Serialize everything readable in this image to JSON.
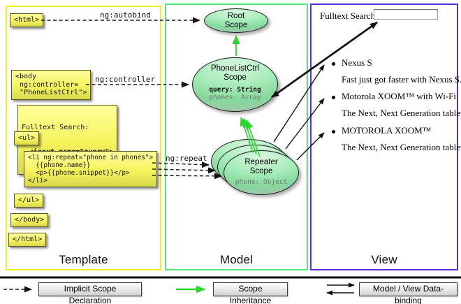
{
  "columns": {
    "template": "Template",
    "model": "Model",
    "view": "View"
  },
  "template": {
    "html_open": "<html>",
    "body_open": "<body\n ng:controller=\n \"PhoneListCtrl\">",
    "fulltext_label": "Fulltext Search:",
    "fulltext_input": "<input name=\"query\">",
    "ul_open": "<ul>",
    "li_repeat": "<li ng:repeat=\"phone in phones\">\n  {{phone.name}}\n  <p>{{phone.snippet}}</p>\n</li>",
    "ul_close": "</ul>",
    "body_close": "</body>",
    "html_close": "</html>"
  },
  "connector_labels": {
    "autobind": "ng:autobind",
    "controller": "ng:controller",
    "repeat": "ng:repeat"
  },
  "model": {
    "root_scope": {
      "title": "Root\nScope"
    },
    "ctrl_scope": {
      "title": "PhoneListCtrl\nScope",
      "prop_query": "query: String",
      "prop_phones": "phones: Array"
    },
    "repeater_scope": {
      "title": "Repeater\nScope",
      "prop_phone": "phone: Object"
    }
  },
  "view": {
    "search_label": "Fulltext Search:",
    "search_value": "",
    "items": [
      {
        "name": "Nexus S",
        "desc": "Fast just got faster with Nexus S."
      },
      {
        "name": "Motorola XOOM™ with Wi-Fi",
        "desc": "The Next, Next Generation tablet."
      },
      {
        "name": "MOTOROLA XOOM™",
        "desc": "The Next, Next Generation tablet."
      }
    ]
  },
  "legend": {
    "implicit": "Implicit Scope Declaration",
    "inheritance": "Scope Inheritance",
    "binding": "Model / View Data-binding"
  },
  "colors": {
    "template_border": "#f2ee23",
    "model_border": "#54e87d",
    "view_border": "#5a2de4",
    "code_box_yellow": "#f6f35c",
    "scope_green": "#a6ecb9",
    "green_arrow": "#2cd52c",
    "arrow_black": "#111111"
  }
}
